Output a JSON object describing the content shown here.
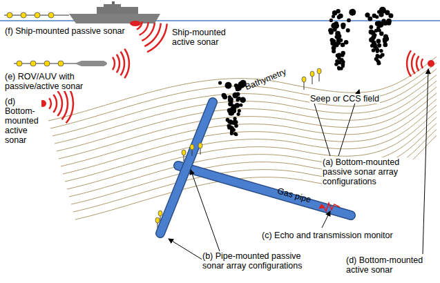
{
  "diagram": {
    "labels": [
      "(f) Ship-mounted passive sonar",
      "Ship-mounted active sonar",
      "(e) ROV/AUV with passive/active sonar",
      "Bathymetry",
      "Seep or CCS field",
      "(d) Bottom-mounted active sonar",
      "(a) Bottom-mounted passive sonar array configurations",
      "Gas pipe",
      "(c) Echo and transmission monitor",
      "(b) Pipe-mounted passive sonar array configurations",
      "(d) Bottom-mounted active sonar"
    ]
  }
}
